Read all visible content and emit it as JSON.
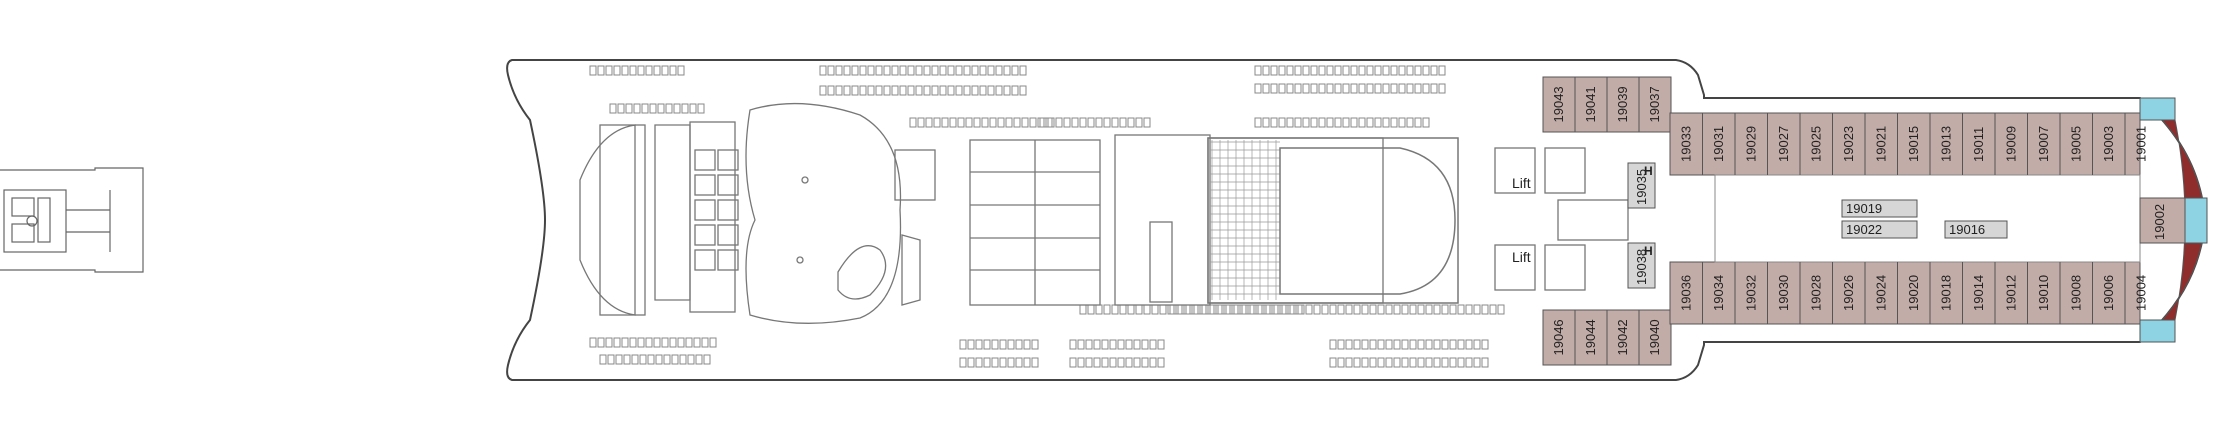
{
  "deck": {
    "cabins_aft_top": [
      "19043",
      "19041",
      "19039",
      "19037"
    ],
    "cabins_aft_bottom": [
      "19046",
      "19044",
      "19042",
      "19040"
    ],
    "cabins_mid_top": [
      "19033",
      "19031",
      "19029",
      "19027",
      "19025",
      "19023",
      "19021",
      "19015",
      "19013",
      "19011",
      "19009",
      "19007",
      "19005",
      "19003",
      "19001"
    ],
    "cabins_mid_bottom": [
      "19036",
      "19034",
      "19032",
      "19030",
      "19028",
      "19026",
      "19024",
      "19020",
      "19018",
      "19014",
      "19012",
      "19010",
      "19008",
      "19006",
      "19004"
    ],
    "cabin_forward": "19002",
    "cabins_inner": [
      "19035",
      "19038"
    ],
    "cabins_corridor_grey": [
      "19019",
      "19022",
      "19016"
    ],
    "lift_labels": [
      "Lift",
      "Lift"
    ],
    "hatch_mark": "H",
    "colors": {
      "cabin_fill": "#c2aca7",
      "suite_fill": "#8f2d2d",
      "balcony_fill": "#8dd3e4",
      "grey_cabin": "#d6d6d6",
      "line": "#555555"
    }
  }
}
